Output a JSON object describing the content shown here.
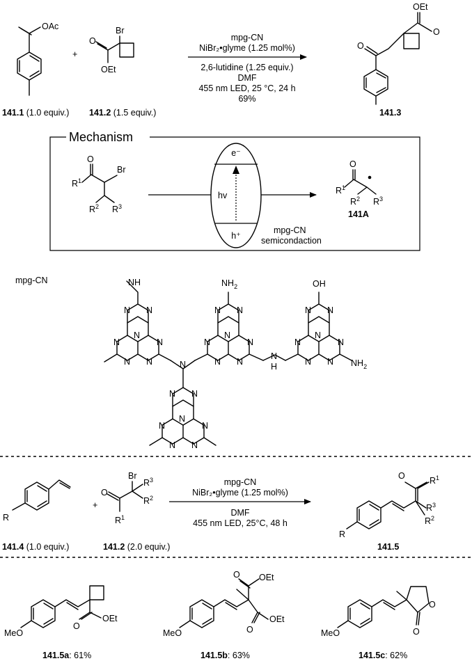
{
  "reaction1": {
    "conditions": [
      "mpg-CN",
      "NiBr₂•glyme (1.25 mol%)",
      "2,6-lutidine (1.25 equiv.)",
      "DMF",
      "455 nm LED, 25 °C, 24 h",
      "69%"
    ],
    "sm1_group": "OAc",
    "sm2_br": "Br",
    "sm2_o": "O",
    "sm2_oet": "OEt",
    "prod_o": "O",
    "prod_oet": "OEt",
    "prod_o2": "O",
    "plus": "+",
    "sm1_id": "141.1",
    "sm1_eq": "(1.0 equiv.)",
    "sm2_id": "141.2",
    "sm2_eq": "(1.5 equiv.)",
    "prod_id": "141.3"
  },
  "mechanism": {
    "title": "Mechanism",
    "electron": "e⁻",
    "hole": "h⁺",
    "hv": "hv",
    "catalyst": "mpg-CN",
    "process": "semicondaction",
    "radical_id": "141A",
    "o": "O",
    "br": "Br",
    "r1": "R",
    "r2": "R",
    "r3": "R",
    "sup1": "1",
    "sup2": "2",
    "sup3": "3"
  },
  "mpgcn": {
    "label": "mpg-CN",
    "nh": "NH",
    "nh2": "NH",
    "oh": "OH",
    "n": "N",
    "h": "H",
    "sub2": "2"
  },
  "reaction2": {
    "conditions": [
      "mpg-CN",
      "NiBr₂•glyme (1.25 mol%)",
      "DMF",
      "455 nm LED, 25°C, 48 h"
    ],
    "plus": "+",
    "r": "R",
    "br": "Br",
    "o": "O",
    "sm1_id": "141.4",
    "sm1_eq": "(1.0 equiv.)",
    "sm2_id": "141.2",
    "sm2_eq": "(2.0 equiv.)",
    "prod_id": "141.5"
  },
  "products": [
    {
      "id": "141.5a",
      "yield": ": 61%"
    },
    {
      "id": "141.5b",
      "yield": ": 63%"
    },
    {
      "id": "141.5c",
      "yield": ": 62%"
    }
  ],
  "products_labels": {
    "meo": "MeO",
    "oet": "OEt",
    "o": "O"
  }
}
